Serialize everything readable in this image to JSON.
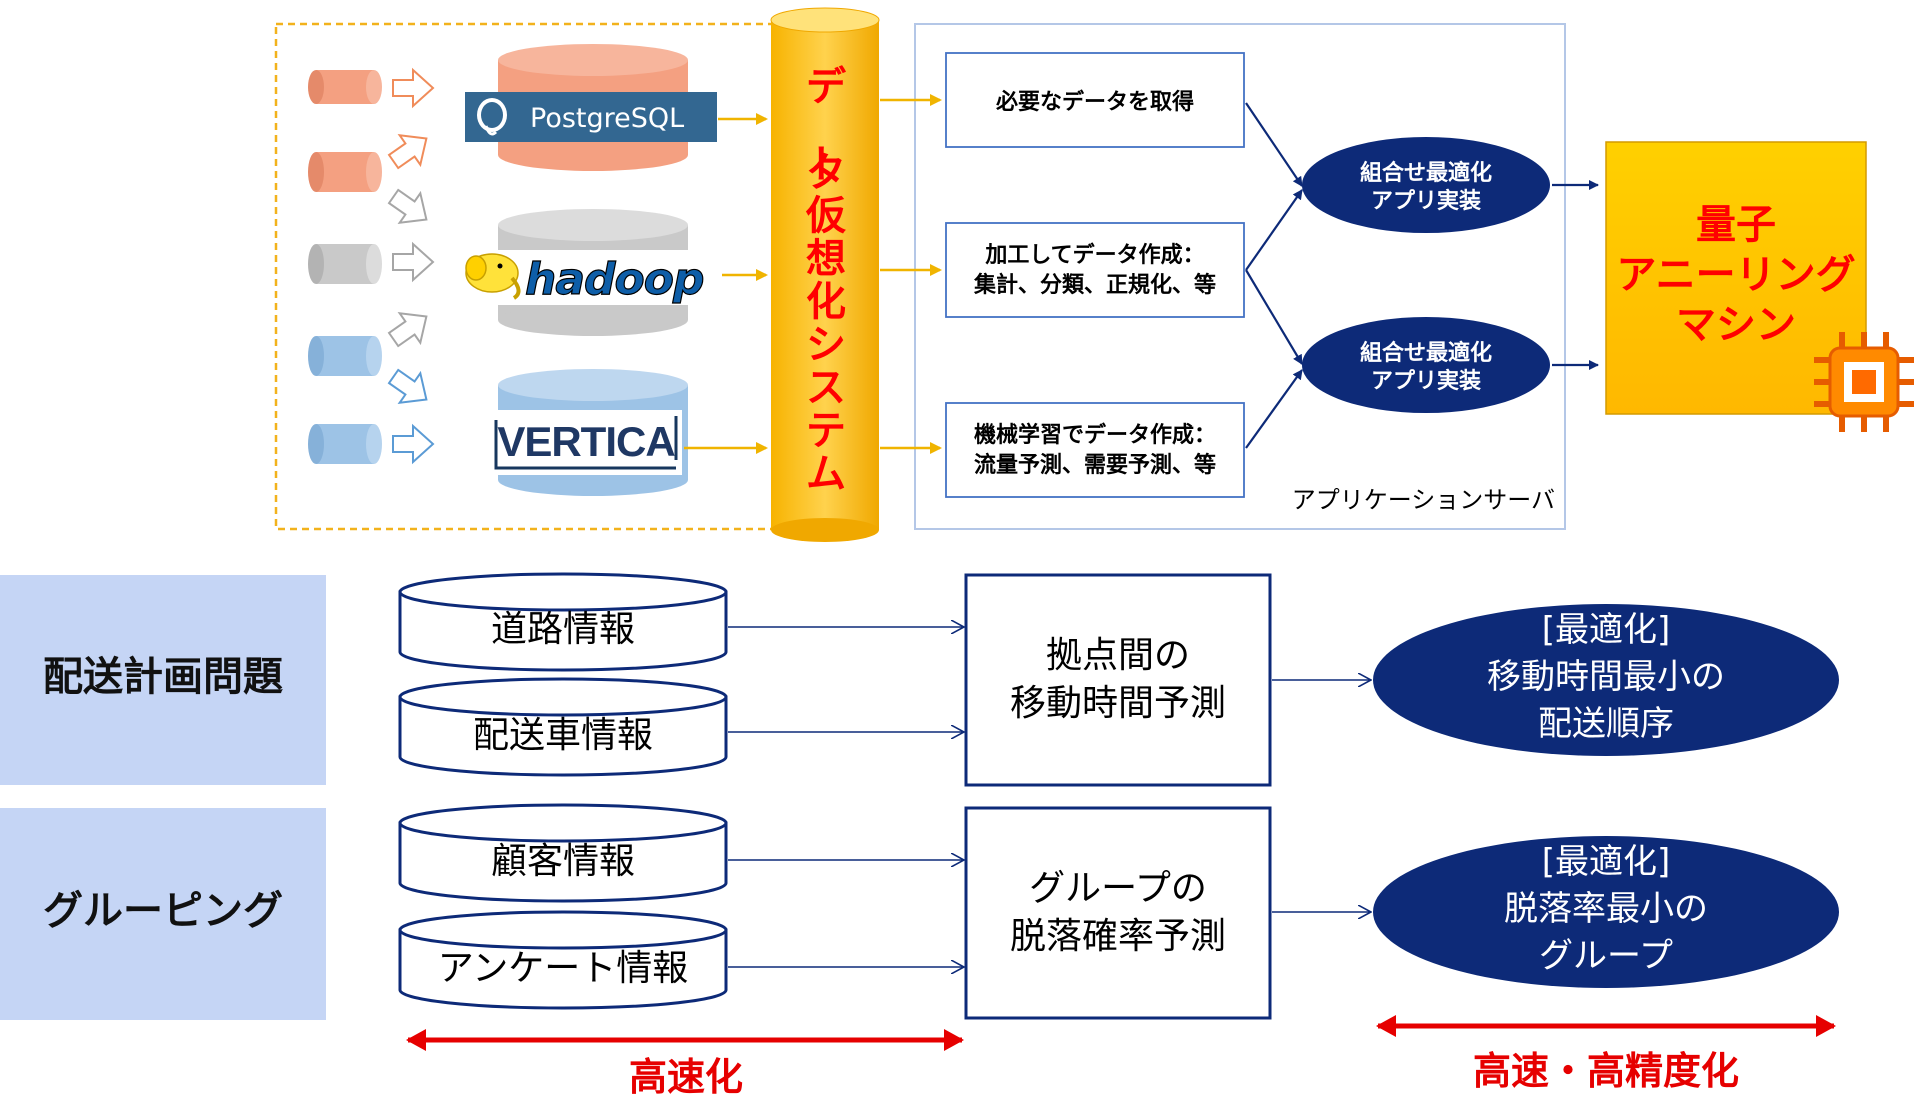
{
  "top": {
    "databases": {
      "postgres": "PostgreSQL",
      "hadoop": "hadoop",
      "vertica": "VERTICA"
    },
    "virtualization": "データ仮想化システム",
    "server_label": "アプリケーションサーバ",
    "processes": [
      {
        "lines": [
          "必要なデータを取得"
        ]
      },
      {
        "lines": [
          "加工してデータ作成：",
          "集計、分類、正規化、等"
        ]
      },
      {
        "lines": [
          "機械学習でデータ作成：",
          "流量予測、需要予測、等"
        ]
      }
    ],
    "apps": [
      {
        "lines": [
          "組合せ最適化",
          "アプリ実装"
        ]
      },
      {
        "lines": [
          "組合せ最適化",
          "アプリ実装"
        ]
      }
    ],
    "quantum": {
      "lines": [
        "量子",
        "アニーリング",
        "マシン"
      ]
    }
  },
  "bottom": {
    "rows": [
      {
        "title": "配送計画問題",
        "inputs": [
          "道路情報",
          "配送車情報"
        ],
        "process": [
          "拠点間の",
          "移動時間予測"
        ],
        "result": [
          "[最適化]",
          "移動時間最小の",
          "配送順序"
        ]
      },
      {
        "title": "グルーピング",
        "inputs": [
          "顧客情報",
          "アンケート情報"
        ],
        "process": [
          "グループの",
          "脱落確率予測"
        ],
        "result": [
          "[最適化]",
          "脱落率最小の",
          "グループ"
        ]
      }
    ],
    "speed_left": "高速化",
    "speed_right": "高速・高精度化"
  },
  "colors": {
    "navy": "#0d2a78",
    "gold": "#ffc000",
    "red": "#ff0000",
    "salmon": "#f4a081",
    "gray": "#c9c9c9",
    "lightblue": "#9dc3e6",
    "panel": "#c5d5f5"
  }
}
